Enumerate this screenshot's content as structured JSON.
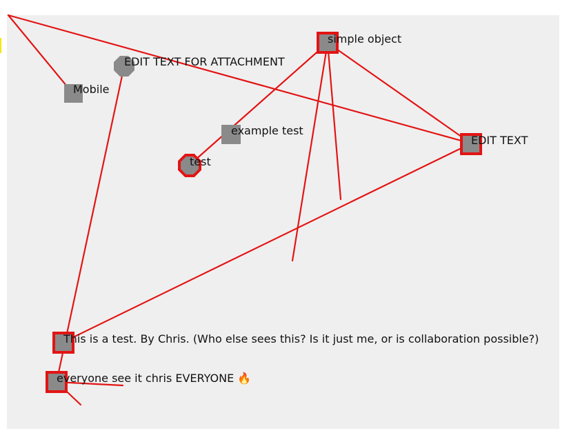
{
  "colors": {
    "canvas": "#efefef",
    "link": "#e31414",
    "node_fill": "#8a8a8a",
    "selected_border": "#e31414"
  },
  "nodes": {
    "simple_object": {
      "label": "simple object"
    },
    "edit_text_attachment": {
      "label": "EDIT TEXT FOR ATTACHMENT"
    },
    "mobile": {
      "label": "Mobile"
    },
    "example_test": {
      "label": "example test"
    },
    "test": {
      "label": "test"
    },
    "edit_text": {
      "label": "EDIT TEXT"
    },
    "chris_test": {
      "label": "This is a test. By Chris. (Who else sees this? Is it just me, or is collaboration possible?)"
    },
    "everyone": {
      "label": "everyone see it chris EVERYONE 🔥"
    }
  }
}
